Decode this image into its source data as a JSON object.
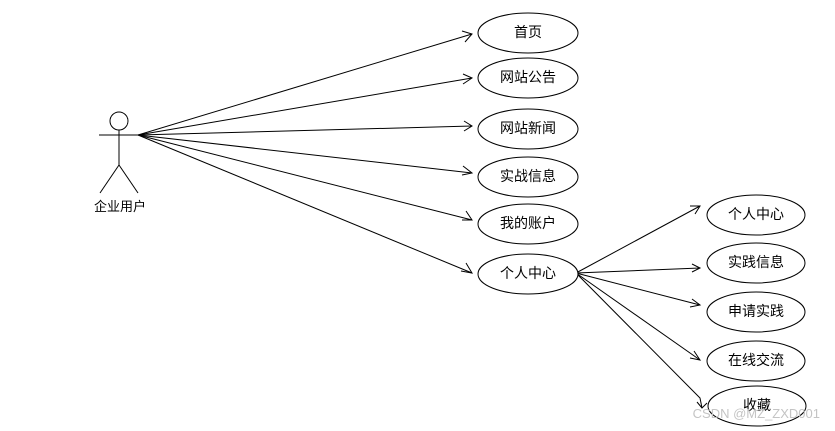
{
  "actor": {
    "label": "企业用户"
  },
  "use_cases": [
    {
      "id": "home",
      "label": "首页"
    },
    {
      "id": "notice",
      "label": "网站公告"
    },
    {
      "id": "news",
      "label": "网站新闻"
    },
    {
      "id": "practice_info",
      "label": "实战信息"
    },
    {
      "id": "my_account",
      "label": "我的账户"
    },
    {
      "id": "personal_center",
      "label": "个人中心"
    }
  ],
  "sub_use_cases": [
    {
      "id": "sub_personal_center",
      "label": "个人中心"
    },
    {
      "id": "sub_practice_info",
      "label": "实践信息"
    },
    {
      "id": "apply_practice",
      "label": "申请实践"
    },
    {
      "id": "online_chat",
      "label": "在线交流"
    },
    {
      "id": "favorites",
      "label": "收藏"
    }
  ],
  "watermark": "CSDN @MZ_ZXD001",
  "colors": {
    "stroke": "#000000",
    "watermark": "#c4c4c4"
  }
}
